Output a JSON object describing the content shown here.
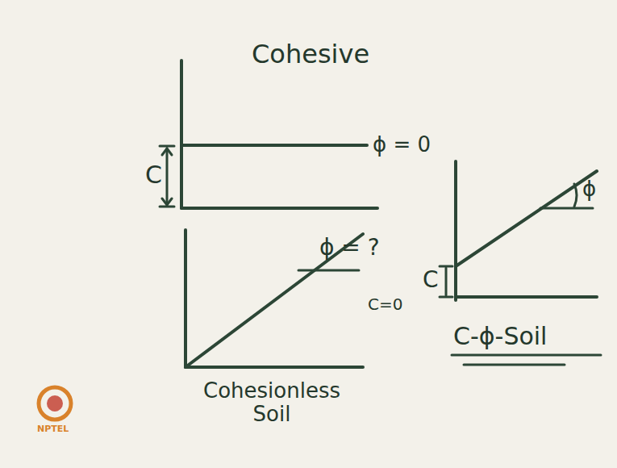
{
  "diagram": {
    "labels": [
      "Cohesive",
      "C",
      "ϕ = 0",
      "ϕ = ?",
      "C=0",
      "Cohesionless Soil",
      "C",
      "ϕ",
      "C-ϕ-Soil",
      "NPTEL"
    ]
  }
}
